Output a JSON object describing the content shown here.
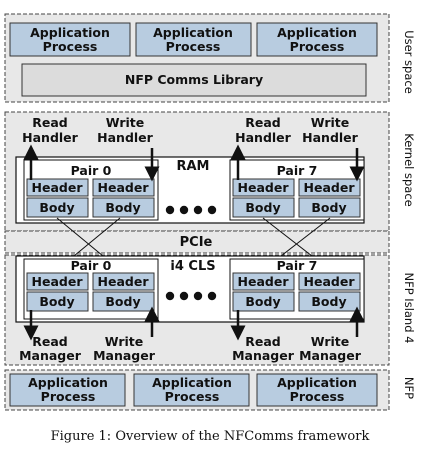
{
  "layers": {
    "user_space": "User space",
    "kernel_space": "Kernel space",
    "nfp_island": "NFP Island 4",
    "nfp": "NFP"
  },
  "user_space": {
    "processes": [
      [
        "Application",
        "Process"
      ],
      [
        "Application",
        "Process"
      ],
      [
        "Application",
        "Process"
      ]
    ],
    "library": "NFP Comms Library"
  },
  "kernel_space": {
    "handlers_left": [
      [
        "Read",
        "Handler"
      ],
      [
        "Write",
        "Handler"
      ]
    ],
    "handlers_right": [
      [
        "Read",
        "Handler"
      ],
      [
        "Write",
        "Handler"
      ]
    ],
    "memory_label": "RAM",
    "pair_left": "Pair 0",
    "pair_right": "Pair 7",
    "header": "Header",
    "body": "Body"
  },
  "bus": "PCIe",
  "nfp_island": {
    "memory_label": "i4 CLS",
    "pair_left": "Pair 0",
    "pair_right": "Pair 7",
    "header": "Header",
    "body": "Body",
    "managers_left": [
      [
        "Read",
        "Manager"
      ],
      [
        "Write",
        "Manager"
      ]
    ],
    "managers_right": [
      [
        "Read",
        "Manager"
      ],
      [
        "Write",
        "Manager"
      ]
    ]
  },
  "nfp": {
    "processes": [
      [
        "Application",
        "Process"
      ],
      [
        "Application",
        "Process"
      ],
      [
        "Application",
        "Process"
      ]
    ]
  },
  "caption": "Figure 1: Overview of the NFComms framework",
  "colors": {
    "box_blue": "#b8cce0",
    "band_gray": "#e8e8e8",
    "library_gray": "#dcdcdc",
    "stroke": "#333333"
  }
}
